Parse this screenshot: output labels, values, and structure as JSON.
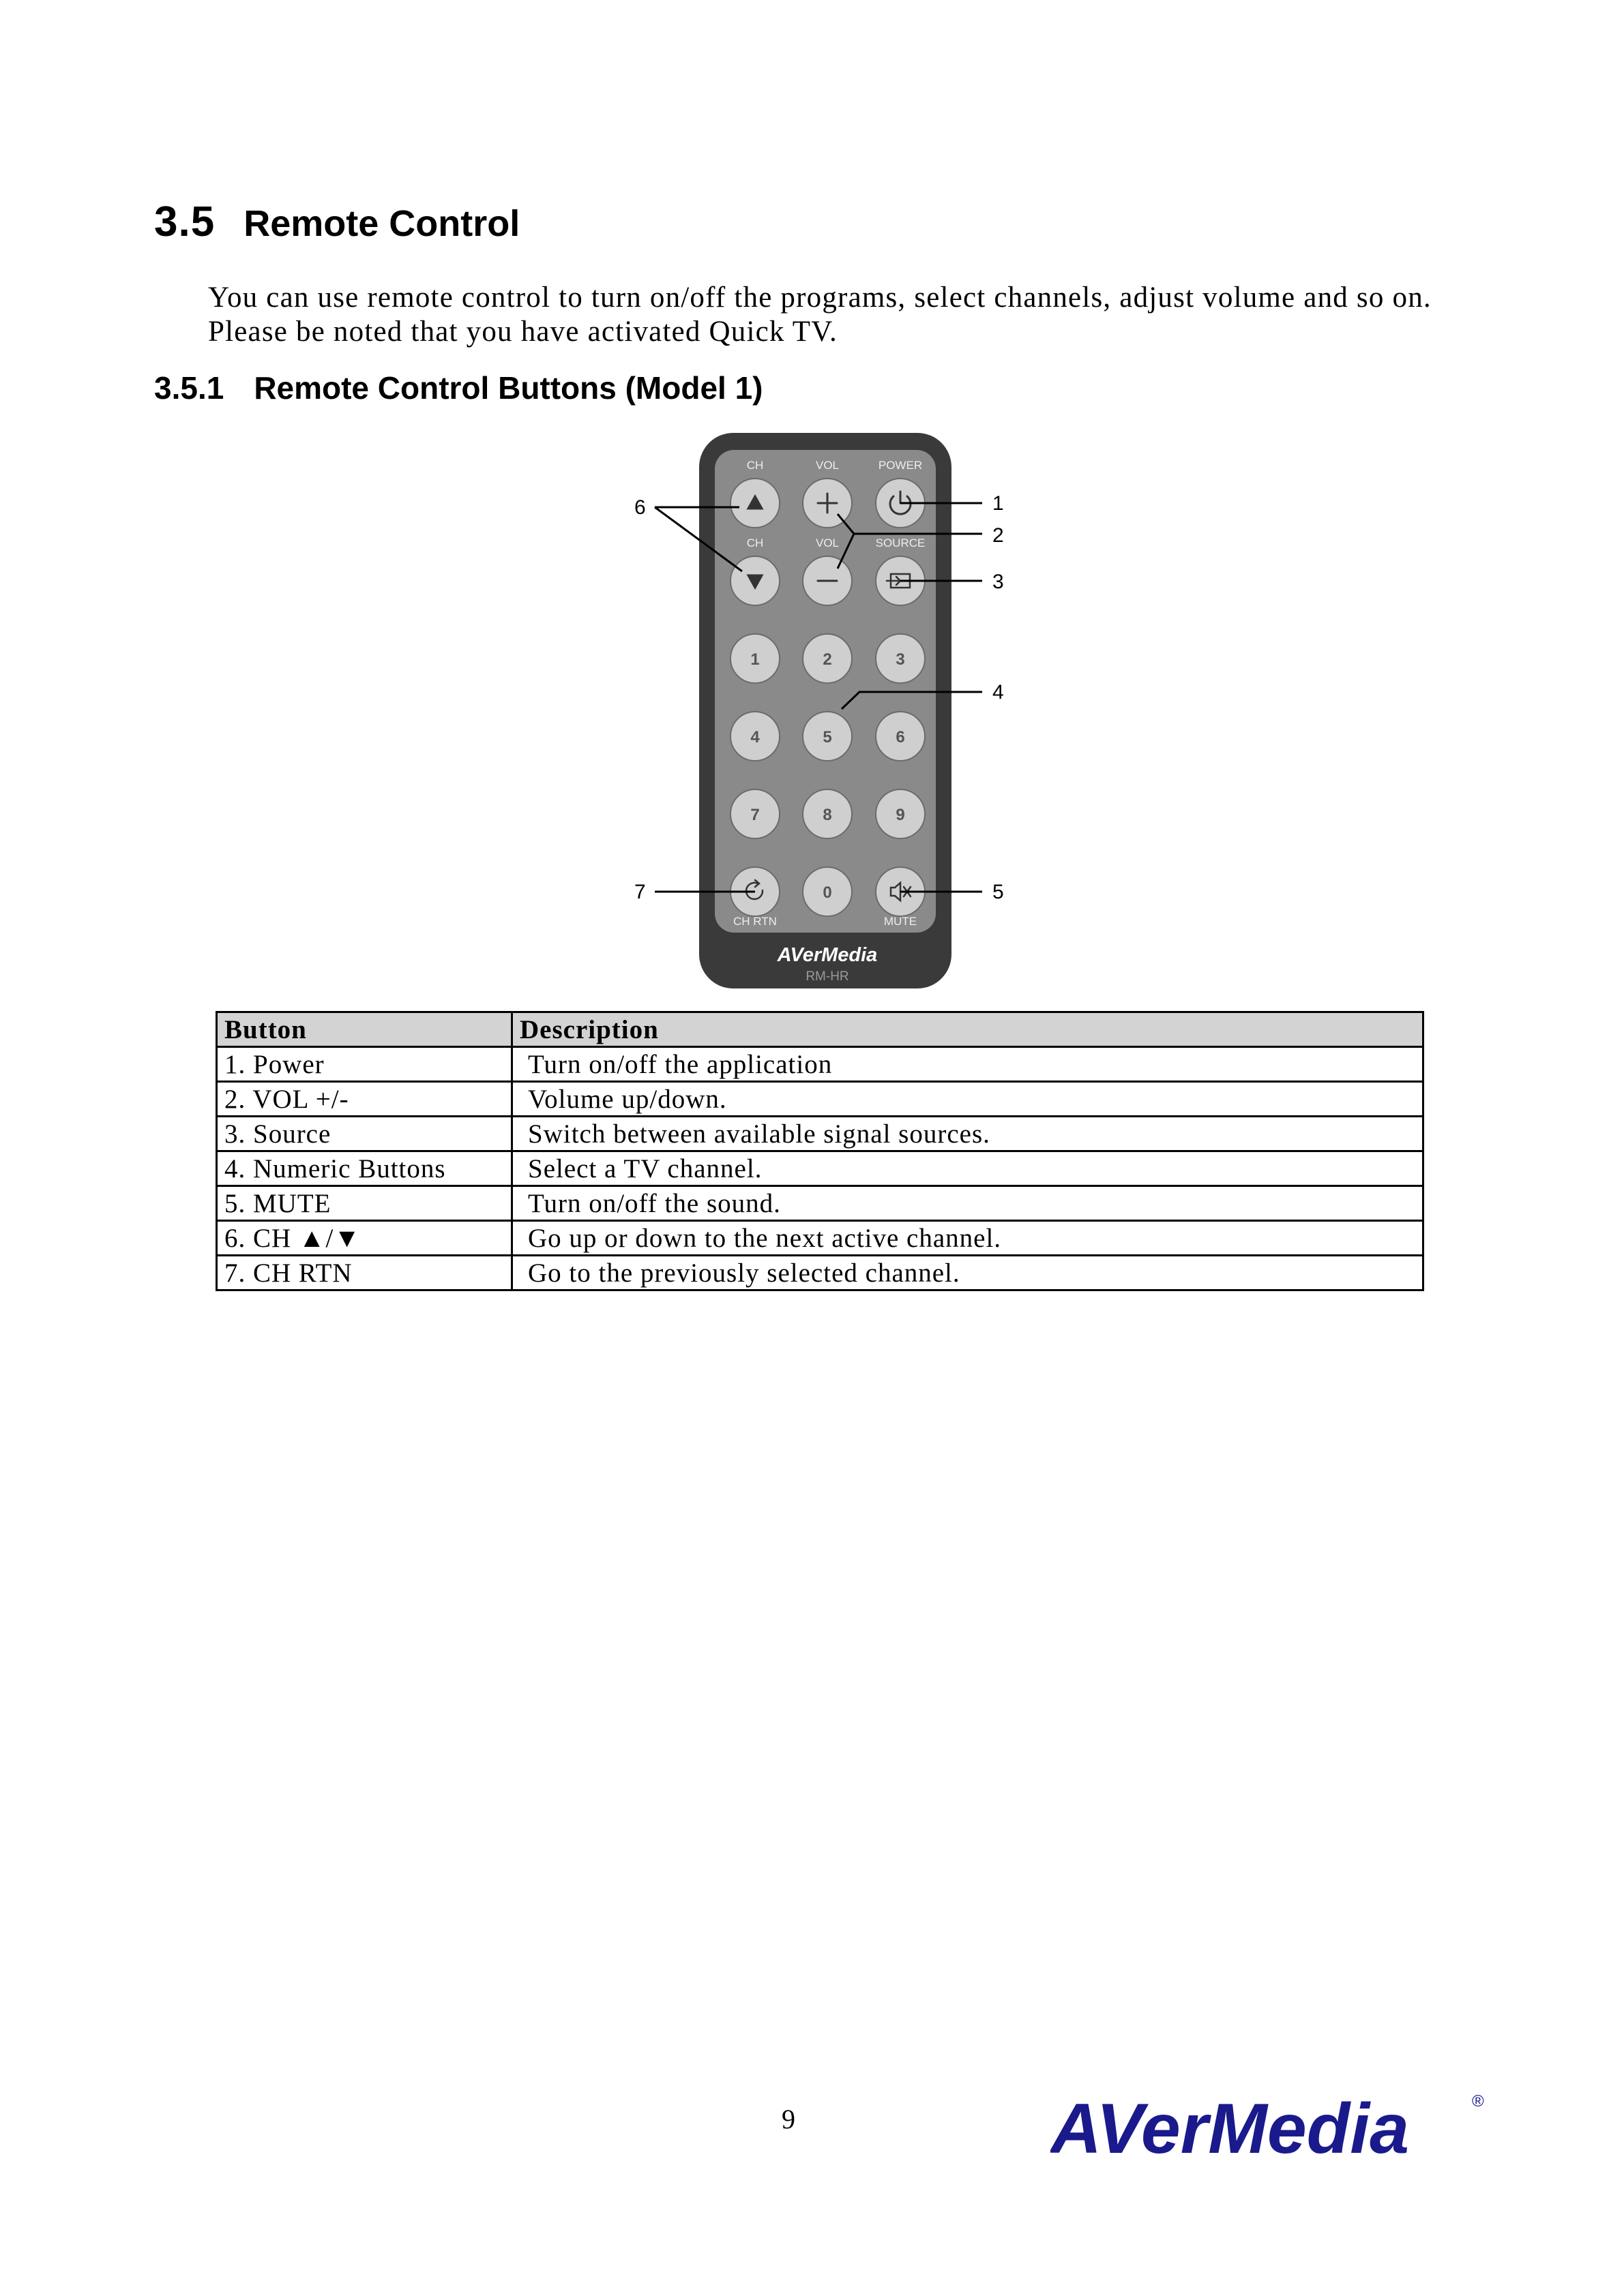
{
  "section": {
    "number": "3.5",
    "title": "Remote Control"
  },
  "intro": "You can use remote control to turn on/off the programs, select channels, adjust volume and so on. Please be noted that you have activated Quick TV.",
  "subsection": {
    "number": "3.5.1",
    "title": "Remote Control Buttons (Model 1)"
  },
  "remote": {
    "labels": {
      "ch_up": "CH",
      "vol_up": "VOL",
      "power": "POWER",
      "ch_down": "CH",
      "vol_down": "VOL",
      "source": "SOURCE",
      "ch_rtn": "CH RTN",
      "mute": "MUTE"
    },
    "digits": [
      "1",
      "2",
      "3",
      "4",
      "5",
      "6",
      "7",
      "8",
      "9",
      "0"
    ],
    "brand": "AVerMedia",
    "model": "RM-HR",
    "callouts": [
      "1",
      "2",
      "3",
      "4",
      "5",
      "6",
      "7"
    ],
    "body_color": "#3a3a3a",
    "panel_color": "#8a8a8a",
    "button_color": "#cfcfcf"
  },
  "table": {
    "headers": [
      "Button",
      "Description"
    ],
    "rows": [
      [
        "1. Power",
        "Turn on/off the application"
      ],
      [
        "2. VOL +/-",
        "Volume up/down."
      ],
      [
        "3. Source",
        "Switch between available signal sources."
      ],
      [
        "4. Numeric Buttons",
        "Select a TV channel."
      ],
      [
        "5. MUTE",
        "Turn on/off the sound."
      ],
      [
        "6. CH ▲/▼",
        "Go up or down to the next active channel."
      ],
      [
        "7. CH RTN",
        "Go to the previously selected channel."
      ]
    ]
  },
  "page_number": "9",
  "footer_logo": {
    "text": "AVerMedia",
    "mark": "®",
    "color": "#1a1a8c"
  }
}
